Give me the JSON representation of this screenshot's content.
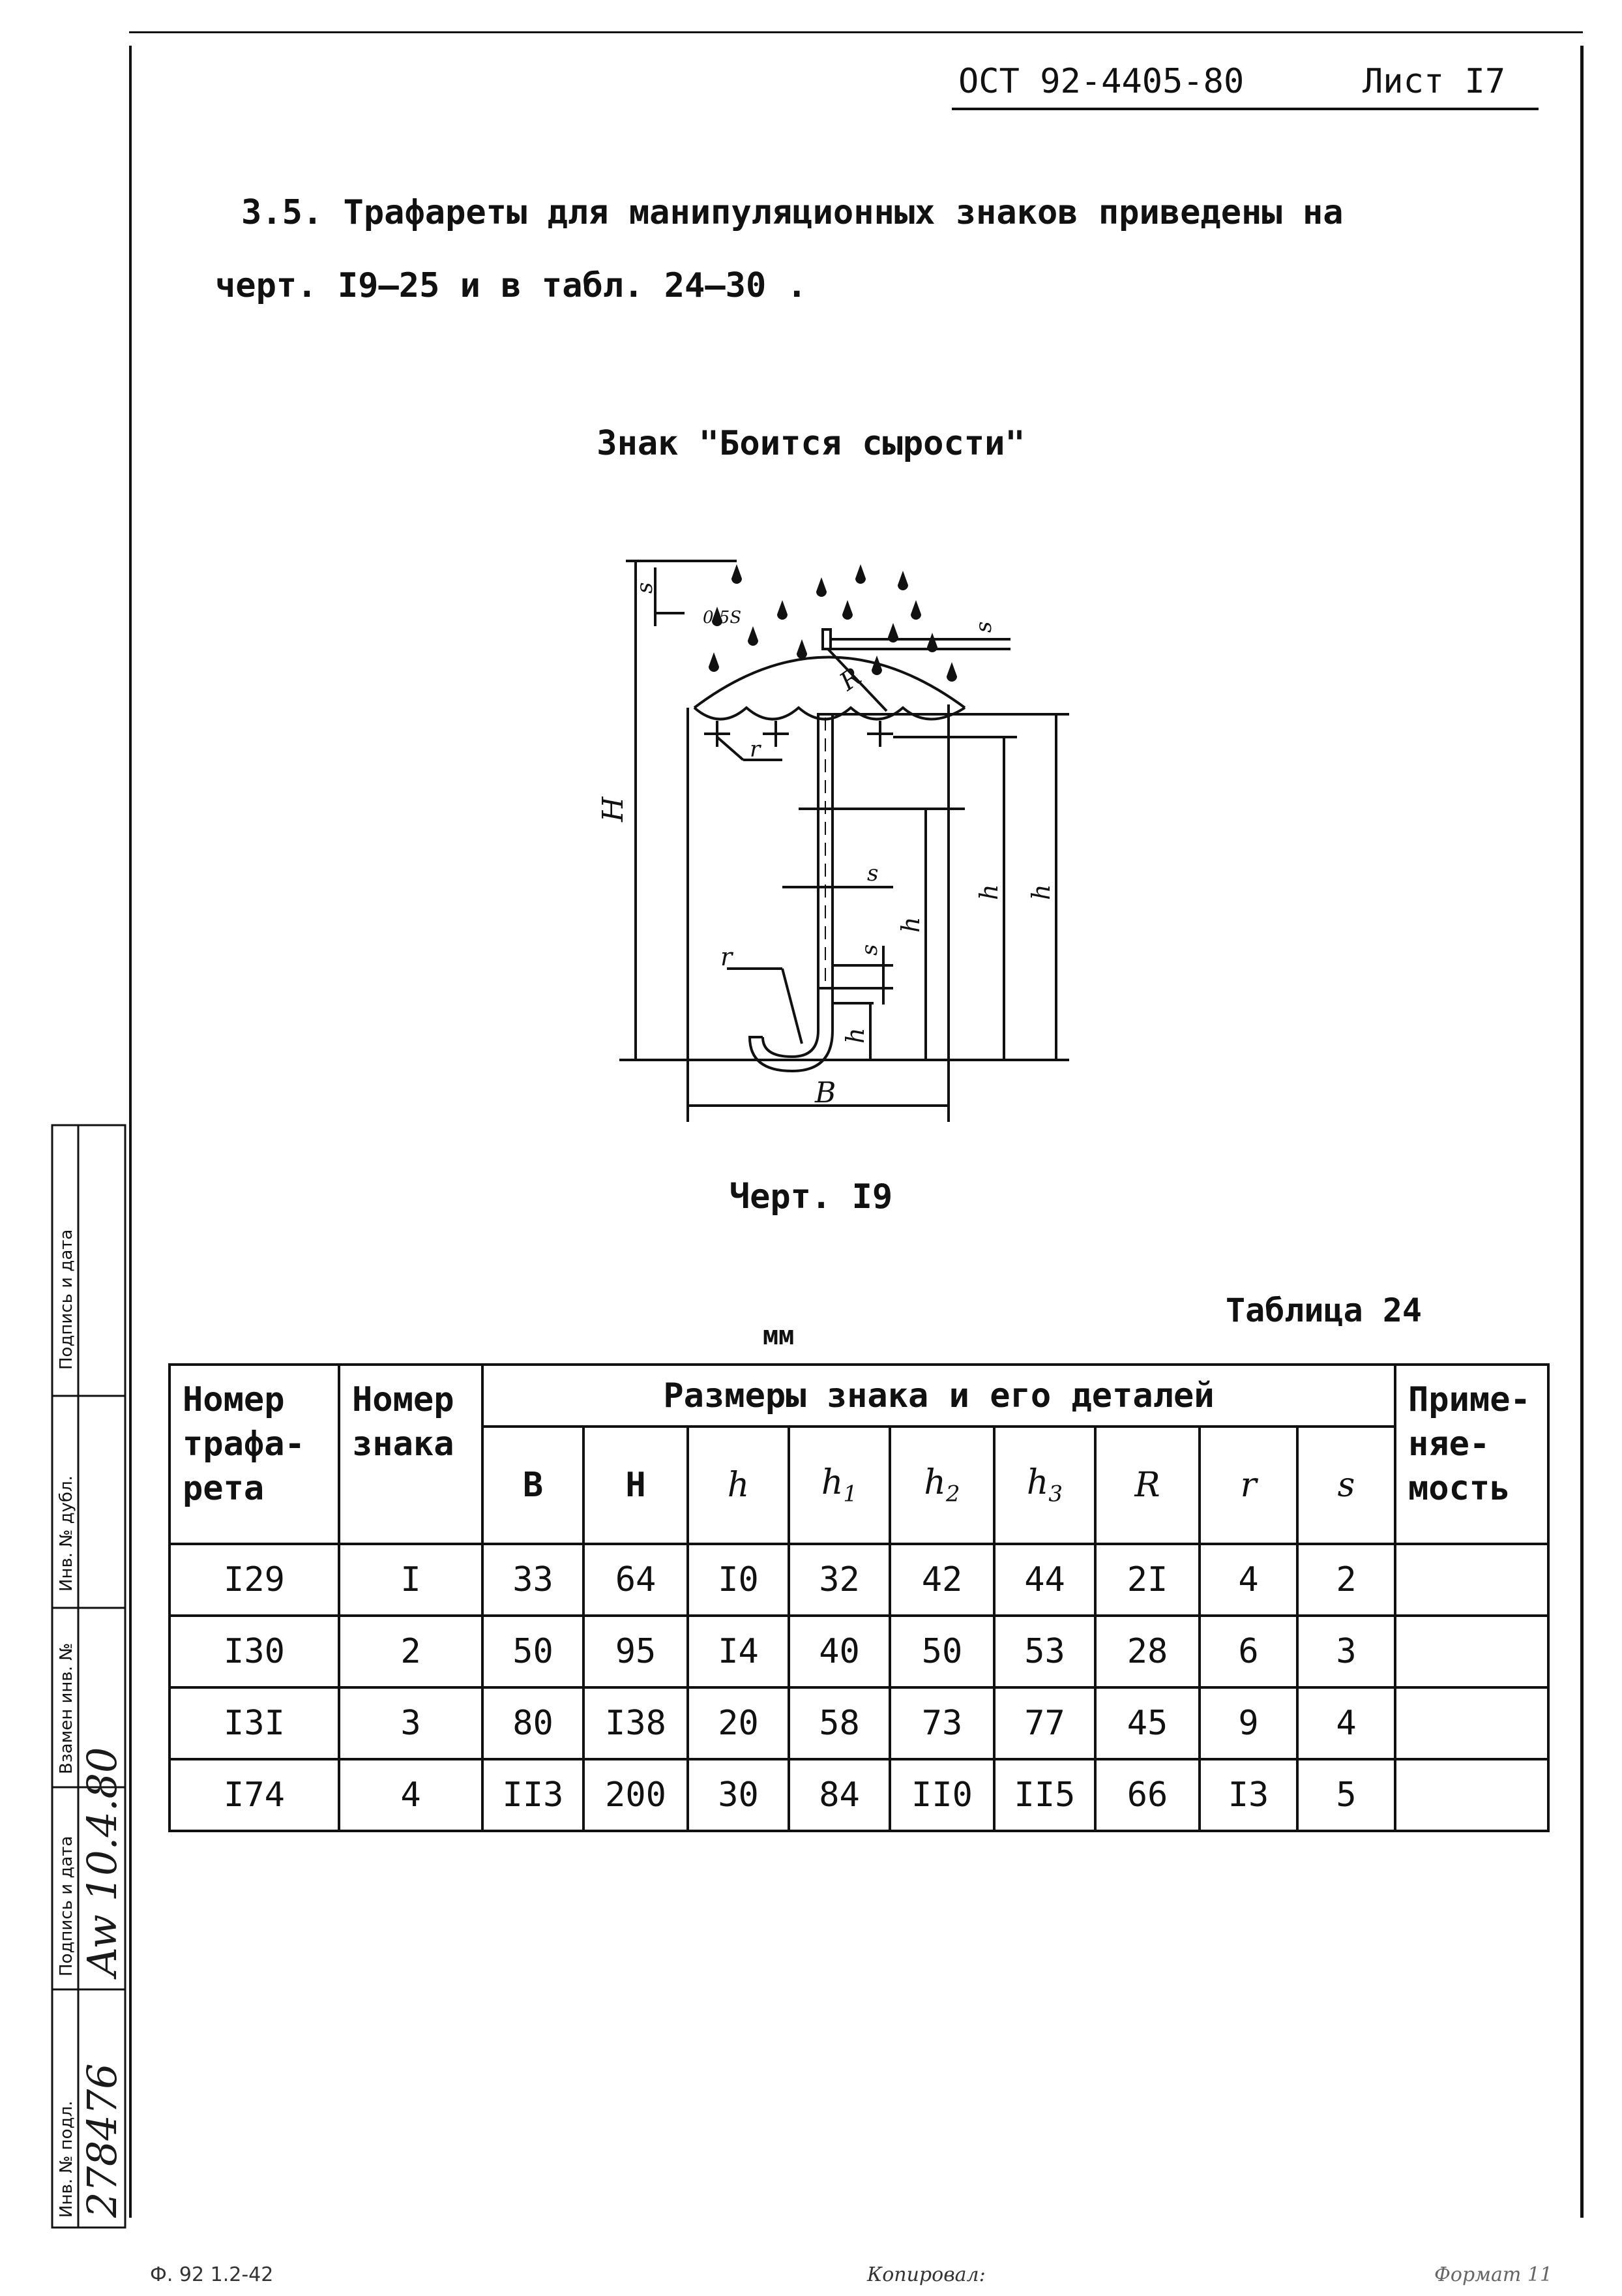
{
  "header": {
    "doc_code": "ОСТ 92-4405-80",
    "sheet": "Лист I7"
  },
  "paragraph": {
    "line1": "3.5. Трафареты для манипуляционных знаков приведены на",
    "line2": "черт. I9–25 и в табл. 24–30 ."
  },
  "figure": {
    "title": "Знак \"Боится сырости\"",
    "caption": "Черт. I9",
    "labels": {
      "H": "H",
      "B": "B",
      "h": "h",
      "h1": "h",
      "h2": "h",
      "h3": "h",
      "R": "R",
      "r": "r",
      "s": "s",
      "dim": "0,5S"
    }
  },
  "table": {
    "title": "Таблица 24",
    "units": "мм",
    "headers": {
      "col1": [
        "Номер",
        "трафа-",
        "рета"
      ],
      "col2": [
        "Номер",
        "знака"
      ],
      "group": "Размеры знака и его деталей",
      "last": [
        "Приме-",
        "няе-",
        "мость"
      ],
      "sub": [
        "B",
        "H",
        "h",
        "h1",
        "h2",
        "h3",
        "R",
        "r",
        "s"
      ]
    },
    "rows": [
      [
        "I29",
        "I",
        "33",
        "64",
        "I0",
        "32",
        "42",
        "44",
        "2I",
        "4",
        "2",
        ""
      ],
      [
        "I30",
        "2",
        "50",
        "95",
        "I4",
        "40",
        "50",
        "53",
        "28",
        "6",
        "3",
        ""
      ],
      [
        "I3I",
        "3",
        "80",
        "I38",
        "20",
        "58",
        "73",
        "77",
        "45",
        "9",
        "4",
        ""
      ],
      [
        "I74",
        "4",
        "II3",
        "200",
        "30",
        "84",
        "II0",
        "II5",
        "66",
        "I3",
        "5",
        ""
      ]
    ]
  },
  "side_stamp": {
    "fields": [
      "Инв. № подл.",
      "Подпись и дата",
      "Взамен инв. №",
      "Инв. № дубл.",
      "Подпись и дата"
    ],
    "inv_number": "278476",
    "signature": "Aw 10.4.80"
  },
  "footer": {
    "form": "Ф. 92 1.2-42",
    "copied": "Копировал:",
    "format": "Формат 11"
  }
}
